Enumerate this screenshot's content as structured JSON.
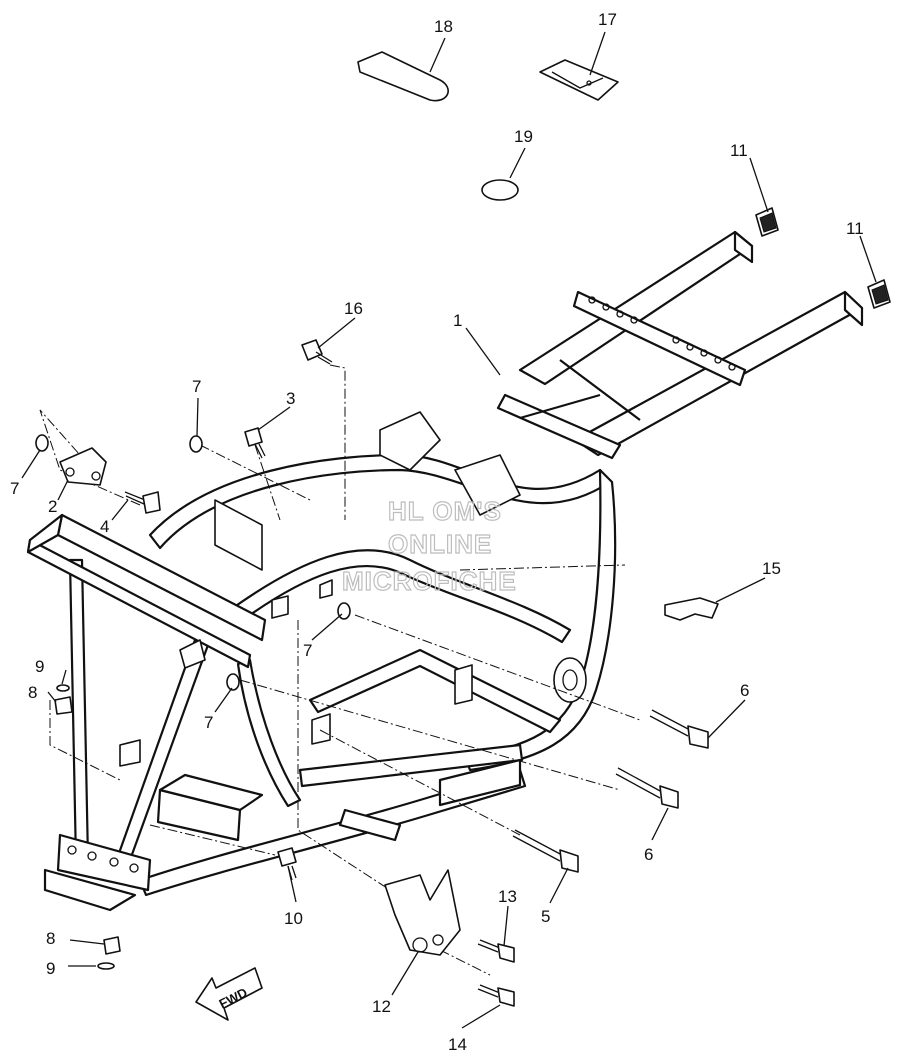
{
  "diagram": {
    "watermark": [
      "HL OM'S",
      "ONLINE",
      "MICROFICHE"
    ],
    "fwd_label": "FWD",
    "callouts": {
      "c1": "1",
      "c2": "2",
      "c3": "3",
      "c4": "4",
      "c5": "5",
      "c6a": "6",
      "c6b": "6",
      "c7a": "7",
      "c7b": "7",
      "c7c": "7",
      "c7d": "7",
      "c8a": "8",
      "c8b": "8",
      "c9a": "9",
      "c9b": "9",
      "c10": "10",
      "c11a": "11",
      "c11b": "11",
      "c12": "12",
      "c13": "13",
      "c14": "14",
      "c15": "15",
      "c16": "16",
      "c17": "17",
      "c18": "18",
      "c19": "19"
    }
  }
}
